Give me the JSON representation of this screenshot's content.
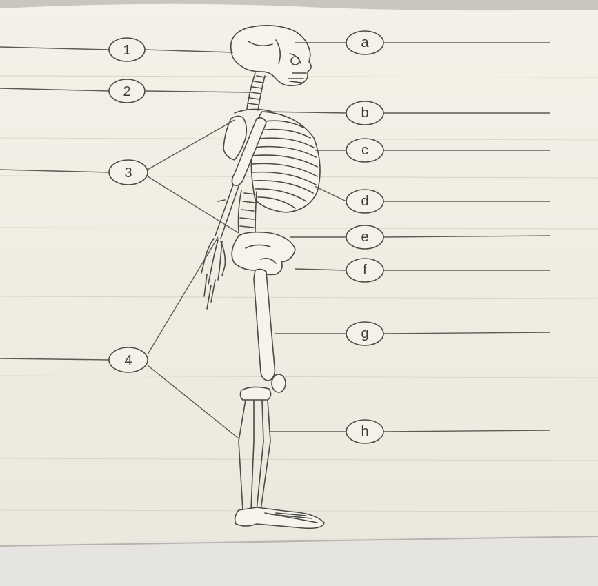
{
  "diagram": {
    "numbered_labels": [
      {
        "id": "1",
        "text": "1"
      },
      {
        "id": "2",
        "text": "2"
      },
      {
        "id": "3",
        "text": "3"
      },
      {
        "id": "4",
        "text": "4"
      }
    ],
    "letter_labels": [
      {
        "id": "a",
        "text": "a"
      },
      {
        "id": "b",
        "text": "b"
      },
      {
        "id": "c",
        "text": "c"
      },
      {
        "id": "d",
        "text": "d"
      },
      {
        "id": "e",
        "text": "e"
      },
      {
        "id": "f",
        "text": "f"
      },
      {
        "id": "g",
        "text": "g"
      },
      {
        "id": "h",
        "text": "h"
      }
    ]
  }
}
